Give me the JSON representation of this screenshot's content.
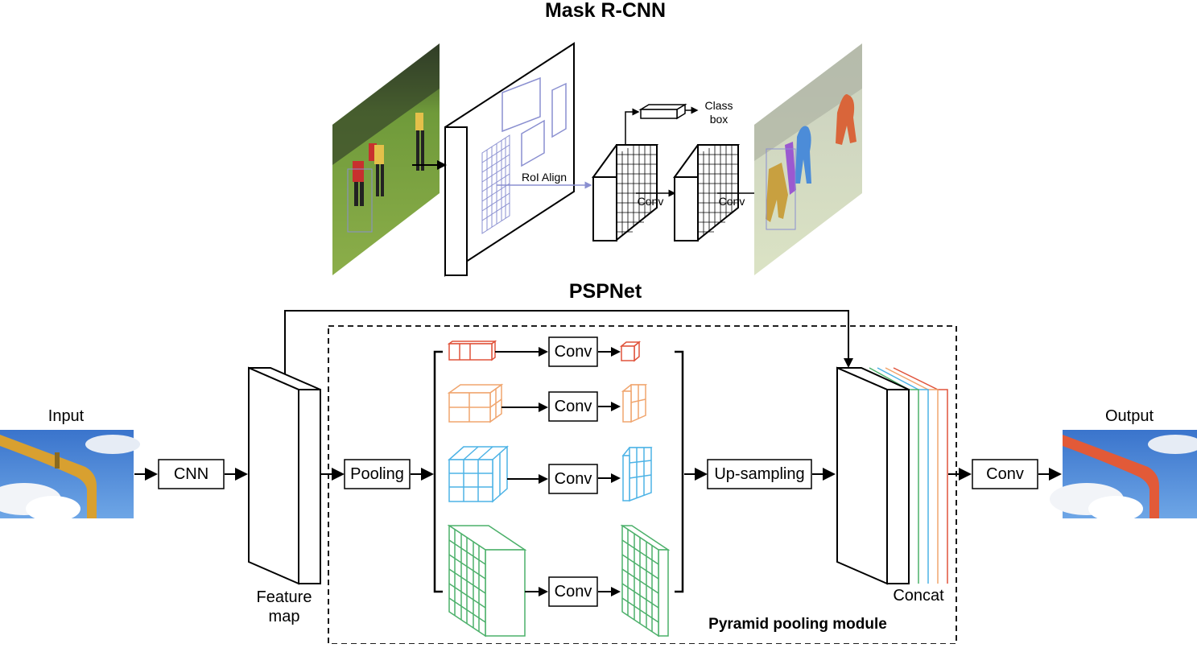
{
  "mask_rcnn": {
    "title": "Mask R-CNN",
    "roi_align": "RoI Align",
    "class_box": [
      "Class",
      "box"
    ],
    "conv1": "Conv",
    "conv2": "Conv"
  },
  "pspnet": {
    "title": "PSPNet",
    "input": "Input",
    "output": "Output",
    "cnn": "CNN",
    "feature_map": [
      "Feature",
      "map"
    ],
    "pooling": "Pooling",
    "conv_rows": [
      "Conv",
      "Conv",
      "Conv",
      "Conv"
    ],
    "upsampling": "Up-sampling",
    "concat": "Concat",
    "final_conv": "Conv",
    "ppm": "Pyramid pooling module"
  },
  "colors": {
    "roi": "#8a8fd0",
    "red": "#e0533b",
    "orange": "#f0a56e",
    "blue": "#4db3e6",
    "green": "#4cb06a",
    "sky": "#3c78d0",
    "pipe_yellow": "#d8a030",
    "pipe_red": "#e25a38",
    "grass": "#6f9a3a"
  }
}
